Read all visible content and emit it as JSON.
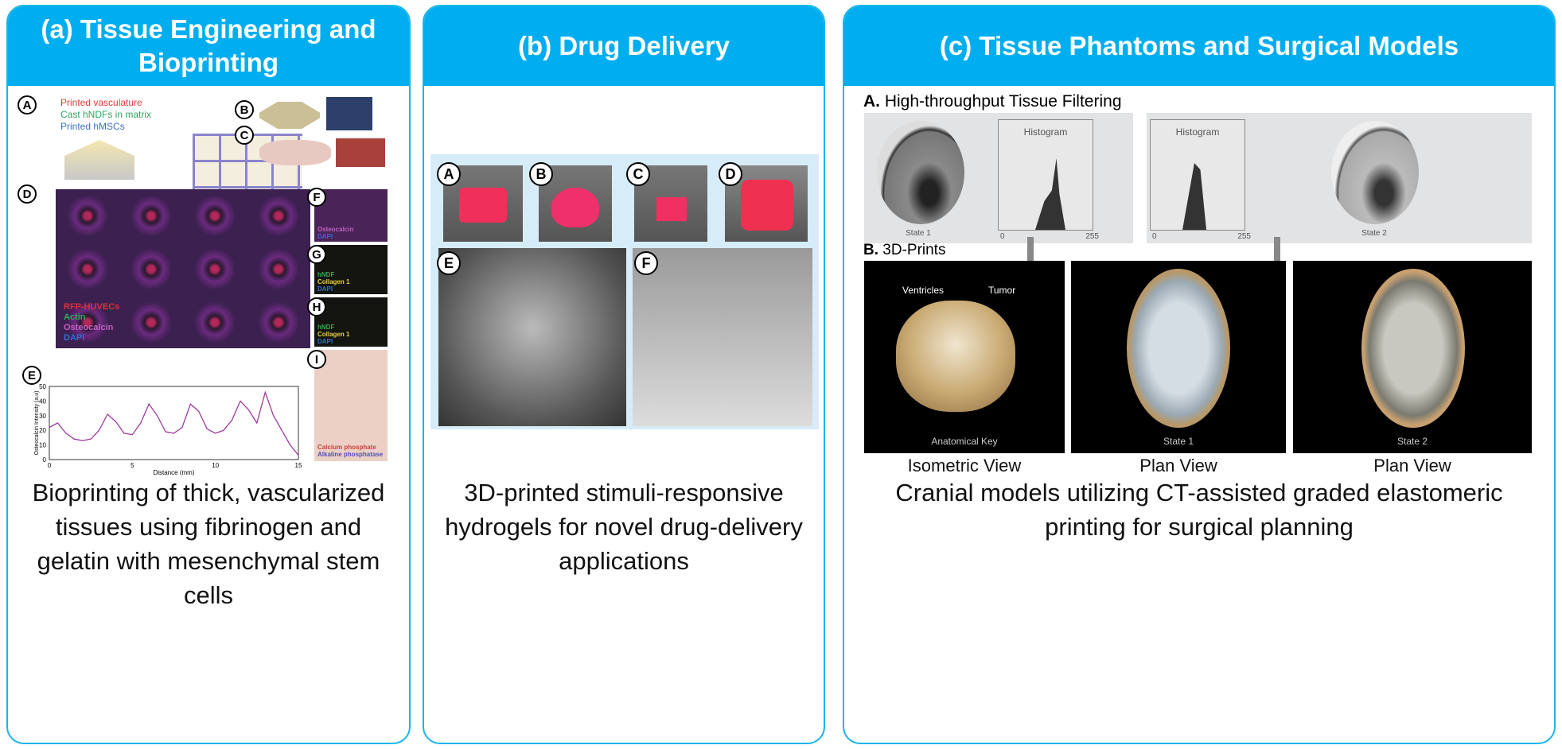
{
  "panels": [
    {
      "title": "(a)  Tissue Engineering and Bioprinting",
      "legend_a": [
        "Printed vasculature",
        "Cast hNDFs in matrix",
        "Printed hMSCs"
      ],
      "sublabels": [
        "A",
        "B",
        "C",
        "D",
        "E",
        "F",
        "G",
        "H",
        "I"
      ],
      "stain_legend": [
        "RFP-HUVECs",
        "Actin",
        "Osteocalcin",
        "DAPI"
      ],
      "small_legend_f": [
        "Osteocalcin",
        "DAPI"
      ],
      "small_legend_g": [
        "hNDF",
        "Collagen 1",
        "DAPI"
      ],
      "small_legend_h": [
        "hNDF",
        "Collagen 1",
        "DAPI"
      ],
      "small_legend_i": [
        "Calcium phosphate",
        "Alkaline phosphatase"
      ],
      "caption": "Bioprinting of thick, vascularized tissues using fibrinogen and gelatin with mesenchymal stem cells"
    },
    {
      "title": "(b)  Drug Delivery",
      "sublabels": [
        "A",
        "B",
        "C",
        "D",
        "E",
        "F"
      ],
      "caption": "3D-printed stimuli-responsive hydrogels for novel drug-delivery applications"
    },
    {
      "title": "(c)  Tissue Phantoms and Surgical Models",
      "section_a_letter": "A.",
      "section_a": "High-throughput Tissue Filtering",
      "section_b_letter": "B.",
      "section_b": "3D-Prints",
      "histogram_label": "Histogram",
      "hist_min": "0",
      "hist_max": "255",
      "state1": "State 1",
      "state2": "State 2",
      "annot_ventricles": "Ventricles",
      "annot_tumor": "Tumor",
      "print_labels": [
        "Anatomical Key",
        "State 1",
        "State 2"
      ],
      "views": [
        "Isometric View",
        "Plan View",
        "Plan View"
      ],
      "caption": "Cranial models utilizing CT-assisted graded elastomeric printing for surgical planning"
    }
  ],
  "chart_data": {
    "type": "line",
    "title": "",
    "xlabel": "Distance (mm)",
    "ylabel": "Osteocalcin Intensity (a.u)",
    "xlim": [
      0,
      15
    ],
    "ylim": [
      0,
      50
    ],
    "xticks": [
      "0",
      "5",
      "10",
      "15"
    ],
    "yticks": [
      "0",
      "10",
      "20",
      "30",
      "40",
      "50"
    ],
    "x": [
      0,
      0.5,
      1,
      1.5,
      2,
      2.5,
      3,
      3.5,
      4,
      4.5,
      5,
      5.5,
      6,
      6.5,
      7,
      7.5,
      8,
      8.5,
      9,
      9.5,
      10,
      10.5,
      11,
      11.5,
      12,
      12.5,
      13,
      13.5,
      14,
      14.5,
      15
    ],
    "series": [
      {
        "name": "Osteocalcin",
        "color": "#a03a9c",
        "values": [
          22,
          25,
          18,
          14,
          13,
          14,
          20,
          31,
          26,
          18,
          17,
          25,
          38,
          30,
          19,
          18,
          22,
          38,
          33,
          21,
          18,
          20,
          27,
          40,
          34,
          25,
          46,
          30,
          20,
          10,
          3
        ]
      }
    ]
  }
}
